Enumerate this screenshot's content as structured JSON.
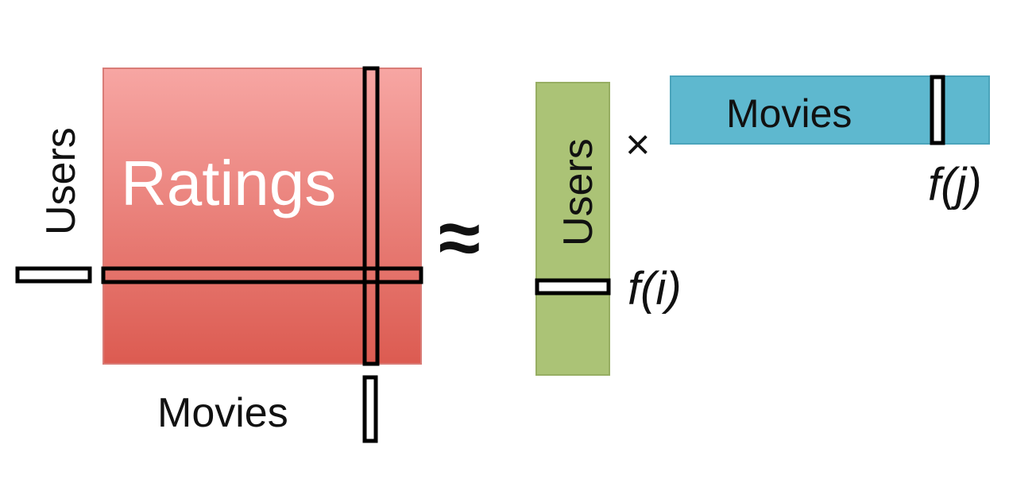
{
  "ratings_matrix": {
    "title": "Ratings",
    "row_label": "Users",
    "col_label": "Movies",
    "gradient_top": "#f7a6a3",
    "gradient_bottom": "#dc5b51",
    "edge_color": "#d97c77"
  },
  "approx_symbol": "≈",
  "user_factors": {
    "label": "Users",
    "row_vector_label": "f(i)",
    "fill": "#abc376",
    "edge_color": "#97ae63"
  },
  "times_symbol": "×",
  "movie_factors": {
    "label": "Movies",
    "col_vector_label": "f(j)",
    "fill": "#5eb8cf",
    "edge_color": "#4ba4bb"
  }
}
